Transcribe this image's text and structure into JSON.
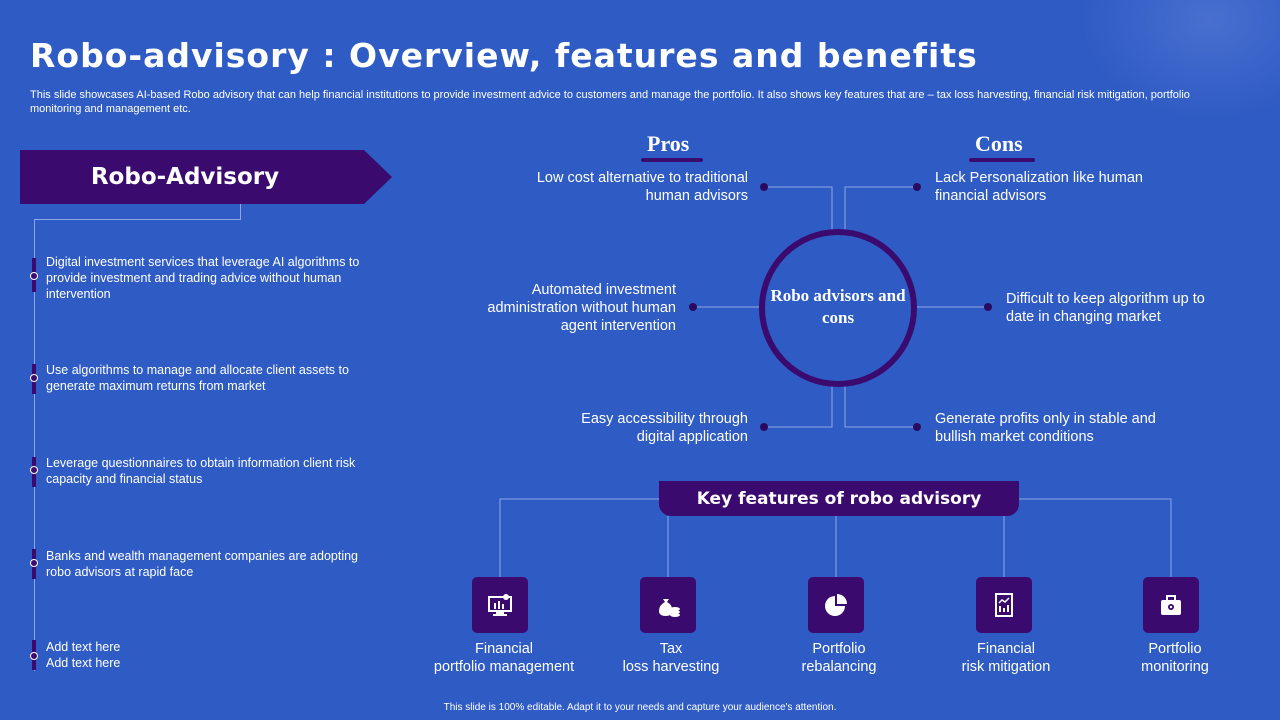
{
  "title": "Robo-advisory : Overview, features and benefits",
  "subtitle": "This slide showcases AI-based Robo advisory that can help financial institutions to provide investment advice to customers and manage the portfolio. It also shows key features that are – tax loss harvesting, financial risk mitigation, portfolio monitoring and management etc.",
  "left_panel": {
    "banner_label": "Robo-Advisory",
    "items": [
      "Digital investment services that leverage  AI algorithms to provide  investment  and trading advice  without human intervention",
      "Use algorithms to manage and allocate client assets to generate maximum returns from market",
      "Leverage  questionnaires  to obtain information  client risk capacity and financial status",
      "Banks and wealth management companies are adopting robo advisors  at rapid face",
      "Add text here\nAdd text here"
    ]
  },
  "pros": {
    "heading": "Pros",
    "items": [
      "Low cost alternative to traditional human advisors",
      "Automated investment administration without human agent intervention",
      "Easy accessibility through digital application"
    ]
  },
  "cons": {
    "heading": "Cons",
    "items": [
      "Lack Personalization like human financial advisors",
      "Difficult to keep algorithm up to date in changing market",
      "Generate profits only in stable and bullish market conditions"
    ]
  },
  "center": {
    "label": "Robo advisors and cons"
  },
  "key_features": {
    "heading": "Key features of robo advisory",
    "items": [
      {
        "label": "Financial\nportfolio management",
        "icon": "monitor-chart-icon"
      },
      {
        "label": "Tax\nloss harvesting",
        "icon": "money-bag-icon"
      },
      {
        "label": "Portfolio\nrebalancing",
        "icon": "pie-chart-icon"
      },
      {
        "label": "Financial\nrisk mitigation",
        "icon": "report-icon"
      },
      {
        "label": "Portfolio\nmonitoring",
        "icon": "briefcase-icon"
      }
    ]
  },
  "footer": "This slide is 100% editable.  Adapt it to your needs and capture your audience's attention.",
  "colors": {
    "background": "#2f5bc4",
    "accent": "#3b0a6e"
  }
}
